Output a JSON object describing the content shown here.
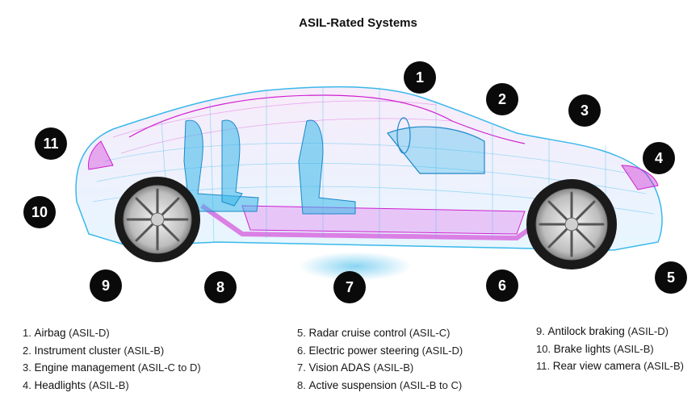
{
  "title": "ASIL-Rated Systems",
  "markers": [
    "1",
    "2",
    "3",
    "4",
    "5",
    "6",
    "7",
    "8",
    "9",
    "10",
    "11"
  ],
  "legend": {
    "col1": [
      {
        "num": "1.",
        "name": "Airbag",
        "rating": "(ASIL-D)"
      },
      {
        "num": "2.",
        "name": "Instrument cluster",
        "rating": "(ASIL-B)"
      },
      {
        "num": "3.",
        "name": "Engine management",
        "rating": "(ASIL-C to D)"
      },
      {
        "num": "4.",
        "name": "Headlights",
        "rating": "(ASIL-B)"
      }
    ],
    "col2": [
      {
        "num": "5.",
        "name": "Radar cruise control",
        "rating": "(ASIL-C)"
      },
      {
        "num": "6.",
        "name": "Electric power steering",
        "rating": "(ASIL-D)"
      },
      {
        "num": "7.",
        "name": "Vision ADAS",
        "rating": "(ASIL-B)"
      },
      {
        "num": "8.",
        "name": "Active suspension",
        "rating": "(ASIL-B to C)"
      }
    ],
    "col3": [
      {
        "num": "9.",
        "name": "Antilock braking",
        "rating": "(ASIL-D)"
      },
      {
        "num": "10.",
        "name": "Brake lights",
        "rating": "(ASIL-B)"
      },
      {
        "num": "11.",
        "name": "Rear view camera",
        "rating": "(ASIL-B)"
      }
    ]
  },
  "colors": {
    "marker": "#0a0a0a",
    "wire_blue": "#3ab8ea",
    "wire_magenta": "#d01fd0"
  }
}
